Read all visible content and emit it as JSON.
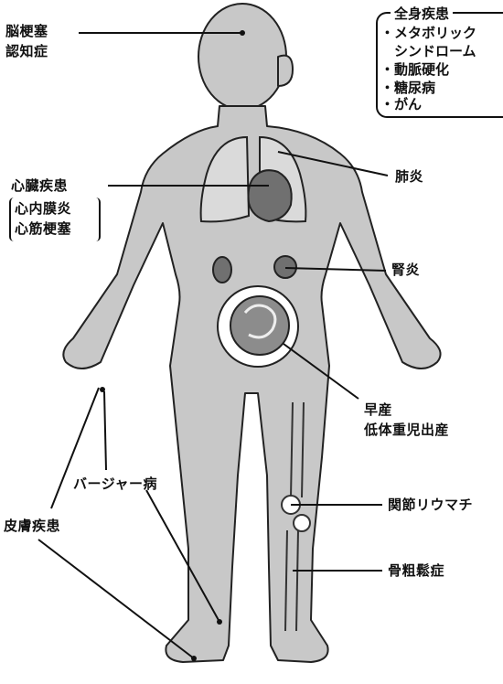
{
  "labels": {
    "brain": [
      "脳梗塞",
      "認知症"
    ],
    "heart": "心臓疾患",
    "heart_sub": [
      "心内膜炎",
      "心筋梗塞"
    ],
    "lung": "肺炎",
    "kidney": "腎炎",
    "preterm": [
      "早産",
      "低体重児出産"
    ],
    "buerger": "バージャー病",
    "joint": "関節リウマチ",
    "skin": "皮膚疾患",
    "bone": "骨粗鬆症"
  },
  "systemic_box": {
    "title": "全身疾患",
    "items": [
      "・メタボリック",
      "　シンドローム",
      "・動脈硬化",
      "・糖尿病",
      "・がん"
    ]
  },
  "colors": {
    "body_fill": "#c8c8c8",
    "organ_fill": "#d8d8d8",
    "heart_fill": "#707070",
    "line": "#111111"
  }
}
